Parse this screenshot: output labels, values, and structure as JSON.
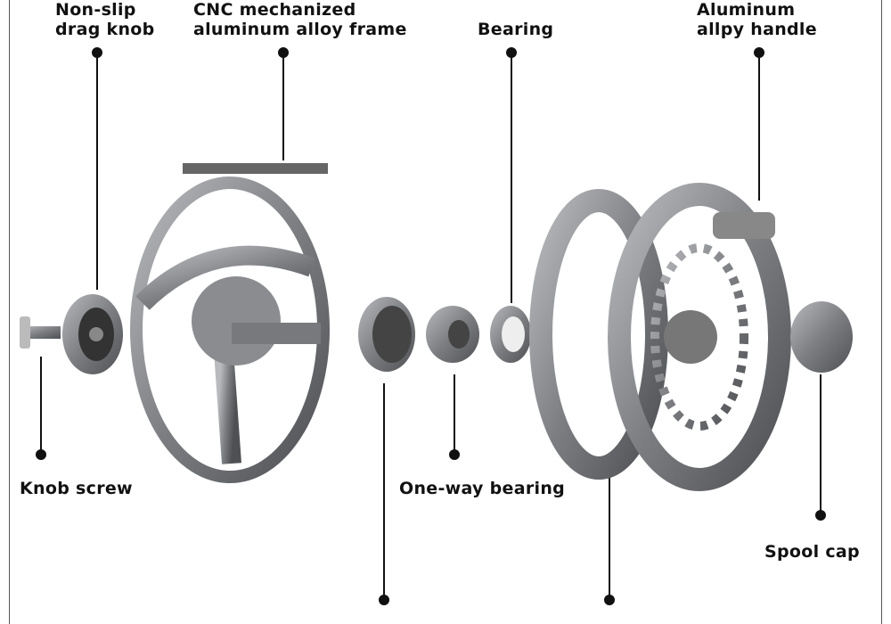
{
  "labels": {
    "drag_knob_top": "Non-slip",
    "drag_knob": "drag knob",
    "frame_top": "CNC mechanized",
    "frame": "aluminum alloy frame",
    "bearing": "Bearing",
    "handle_top": "Aluminum",
    "handle": "allpy handle",
    "knob_screw": "Knob screw",
    "one_way_bearing": "One-way bearing",
    "spool_cap": "Spool cap"
  },
  "colors": {
    "metal": "#8a8c90",
    "metal_dark": "#55575b",
    "line": "#111111"
  }
}
